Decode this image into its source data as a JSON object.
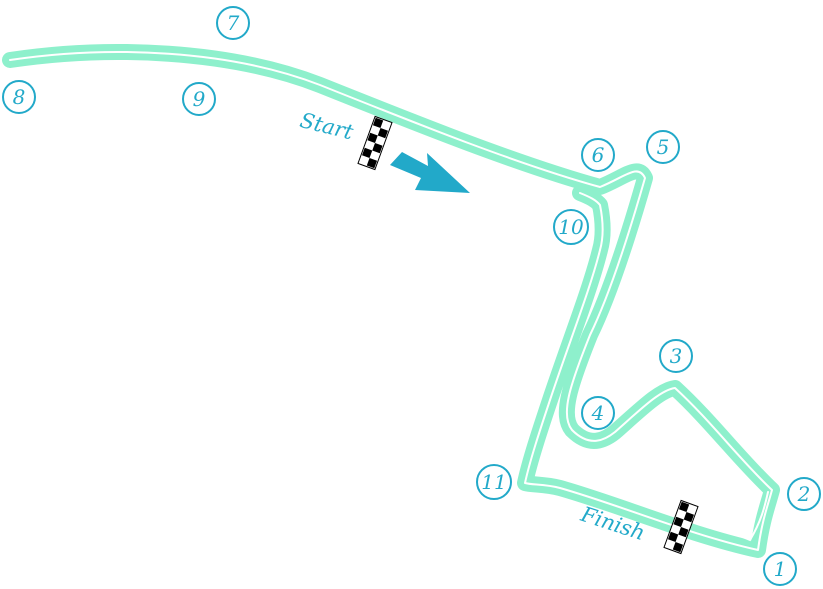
{
  "colors": {
    "track": "#8ef0cc",
    "racing_line": "#ffffff",
    "accent": "#22a9c9",
    "background": "#ffffff"
  },
  "labels": {
    "start": "Start",
    "finish": "Finish"
  },
  "turns": [
    "1",
    "2",
    "3",
    "4",
    "5",
    "6",
    "7",
    "8",
    "9",
    "10",
    "11"
  ],
  "icons": {
    "start_flag": "checkered-flag",
    "finish_flag": "checkered-flag",
    "direction": "arrow"
  }
}
